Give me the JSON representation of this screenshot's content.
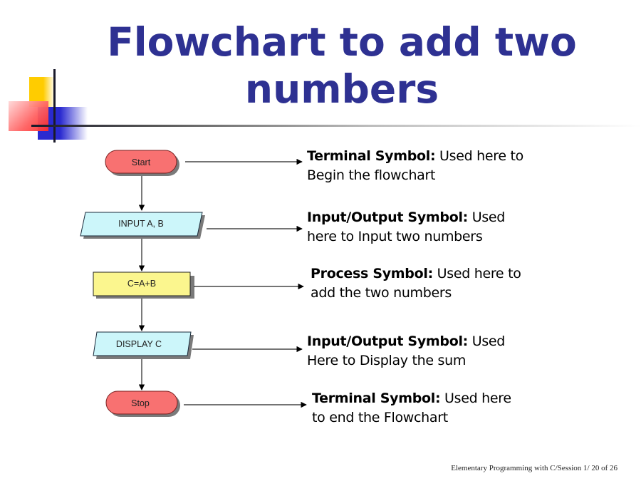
{
  "slide": {
    "title_line1": "Flowchart to add two",
    "title_line2": "numbers",
    "footer": "Elementary Programming with C/Session 1/ 20 of 26",
    "colors": {
      "title": "#2e3192",
      "terminal_fill": "#f87171",
      "io_fill": "#ccf6fa",
      "process_fill": "#fbf68e"
    }
  },
  "flowchart": {
    "nodes": [
      {
        "id": "start",
        "shape": "terminal",
        "label": "Start"
      },
      {
        "id": "input",
        "shape": "io",
        "label": "INPUT A, B"
      },
      {
        "id": "process",
        "shape": "process",
        "label": "C=A+B"
      },
      {
        "id": "display",
        "shape": "io",
        "label": "DISPLAY C"
      },
      {
        "id": "stop",
        "shape": "terminal",
        "label": "Stop"
      }
    ]
  },
  "descriptions": [
    {
      "term": "Terminal Symbol:",
      "line1_rest": " Used here to",
      "line2": "Begin the flowchart"
    },
    {
      "term": "Input/Output Symbol:",
      "line1_rest": " Used",
      "line2": "here to Input two numbers"
    },
    {
      "term": "Process Symbol:",
      "line1_rest": " Used here to",
      "line2": "add the two numbers"
    },
    {
      "term": "Input/Output Symbol:",
      "line1_rest": " Used",
      "line2": "Here to Display the sum"
    },
    {
      "term": "Terminal Symbol:",
      "line1_rest": " Used here",
      "line2": "to end the Flowchart"
    }
  ]
}
